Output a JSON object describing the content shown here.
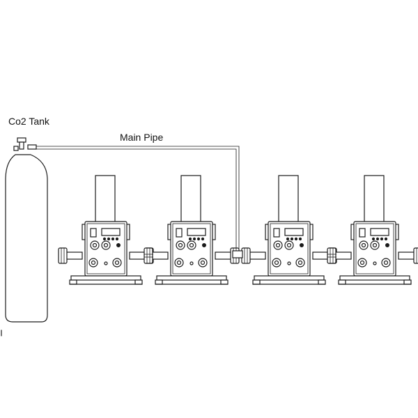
{
  "labels": {
    "tank": "Co2 Tank",
    "main_pipe": "Main Pipe"
  },
  "machine_count": 4,
  "colors": {
    "line": "#1a1a1a",
    "background": "#ffffff"
  }
}
